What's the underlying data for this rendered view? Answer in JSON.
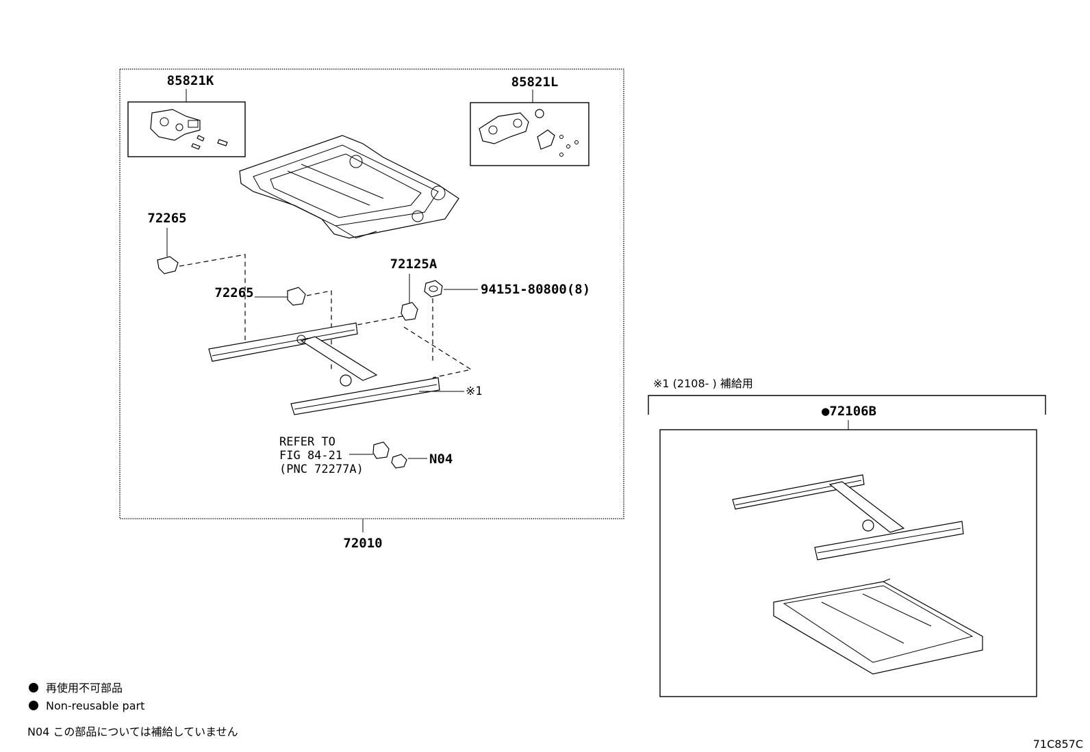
{
  "labels": {
    "p85821K": "85821K",
    "p85821L": "85821L",
    "p72265_a": "72265",
    "p72265_b": "72265",
    "p72125A": "72125A",
    "p94151": "94151-80800(8)",
    "note_mark": "※1",
    "refer_line1": "REFER TO",
    "refer_line2": "FIG 84-21",
    "refer_line3": "(PNC 72277A)",
    "pN04": "N04",
    "p72010": "72010",
    "supply_note": "※1 (2108-     ) 補給用",
    "p72106B": "●72106B"
  },
  "legend": {
    "jp_nonreusable": "再使用不可部品",
    "en_nonreusable": "Non-reusable part",
    "n04_note": "N04 この部品については補給していません"
  },
  "figure_code": "71C857C"
}
